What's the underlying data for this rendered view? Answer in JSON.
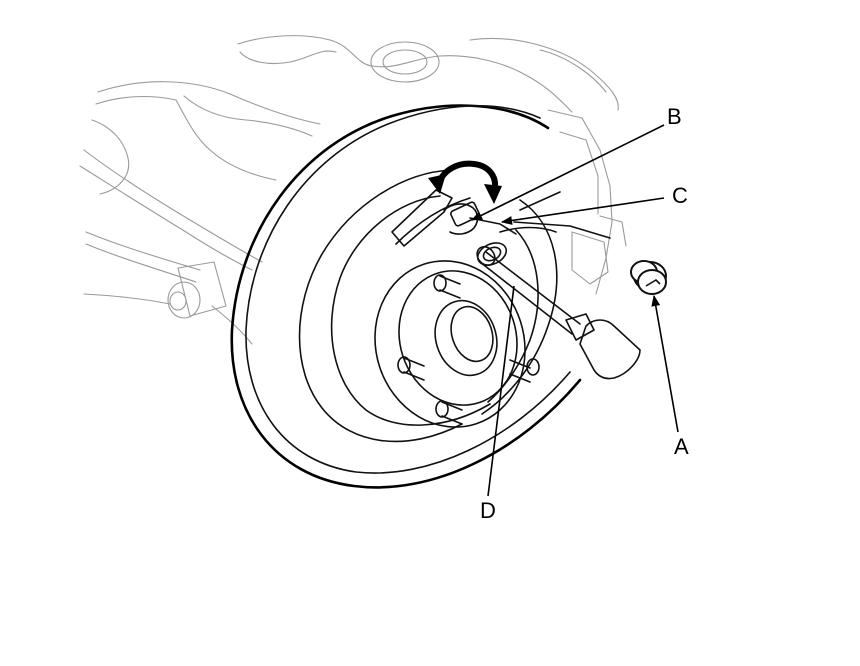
{
  "callouts": {
    "a": "A",
    "b": "B",
    "c": "C",
    "d": "D"
  },
  "parts": {
    "a_icon": "rubber-plug-icon",
    "b_icon": "adjuster-star-wheel-icon",
    "c_icon": "adjusting-lever-icon",
    "d_icon": "screwdriver-icon",
    "rotation_icon": "double-rotation-arrow-icon"
  }
}
